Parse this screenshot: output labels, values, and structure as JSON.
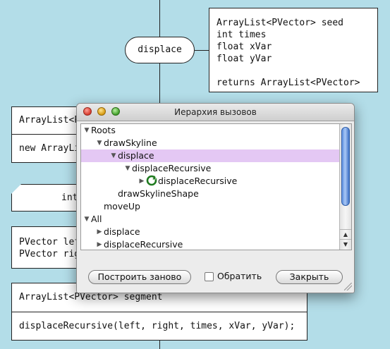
{
  "flowchart": {
    "params": [
      "ArrayList<PVector> seed",
      "int times",
      "float xVar",
      "float yVar",
      "",
      "returns ArrayList<PVector>"
    ],
    "start_label": "displace",
    "box1": [
      "ArrayList<PVector> parts",
      "new ArrayList<PVector>();"
    ],
    "box2": "int i",
    "box3": [
      "PVector left",
      "PVector right"
    ],
    "box4": [
      "ArrayList<PVector> segment",
      "displaceRecursive(left, right, times, xVar, yVar);"
    ]
  },
  "dialog": {
    "title": "Иерархия вызовов",
    "tree": [
      {
        "label": "Roots",
        "expanded": true,
        "level": 0
      },
      {
        "label": "drawSkyline",
        "expanded": true,
        "level": 1
      },
      {
        "label": "displace",
        "expanded": true,
        "level": 2,
        "selected": true
      },
      {
        "label": "displaceRecursive",
        "expanded": true,
        "level": 3
      },
      {
        "label": "displaceRecursive",
        "expanded": false,
        "level": 4,
        "icon": "recursion-icon"
      },
      {
        "label": "drawSkylineShape",
        "level": 2,
        "leaf": true
      },
      {
        "label": "moveUp",
        "level": 1,
        "leaf": true
      },
      {
        "label": "All",
        "expanded": true,
        "level": 0
      },
      {
        "label": "displace",
        "expanded": false,
        "level": 1
      },
      {
        "label": "displaceRecursive",
        "expanded": false,
        "level": 1
      }
    ],
    "rebuild_button": "Построить заново",
    "reverse_label": "Обратить",
    "reverse_checked": false,
    "close_button": "Закрыть",
    "selection_color": "#e4c8f4"
  }
}
